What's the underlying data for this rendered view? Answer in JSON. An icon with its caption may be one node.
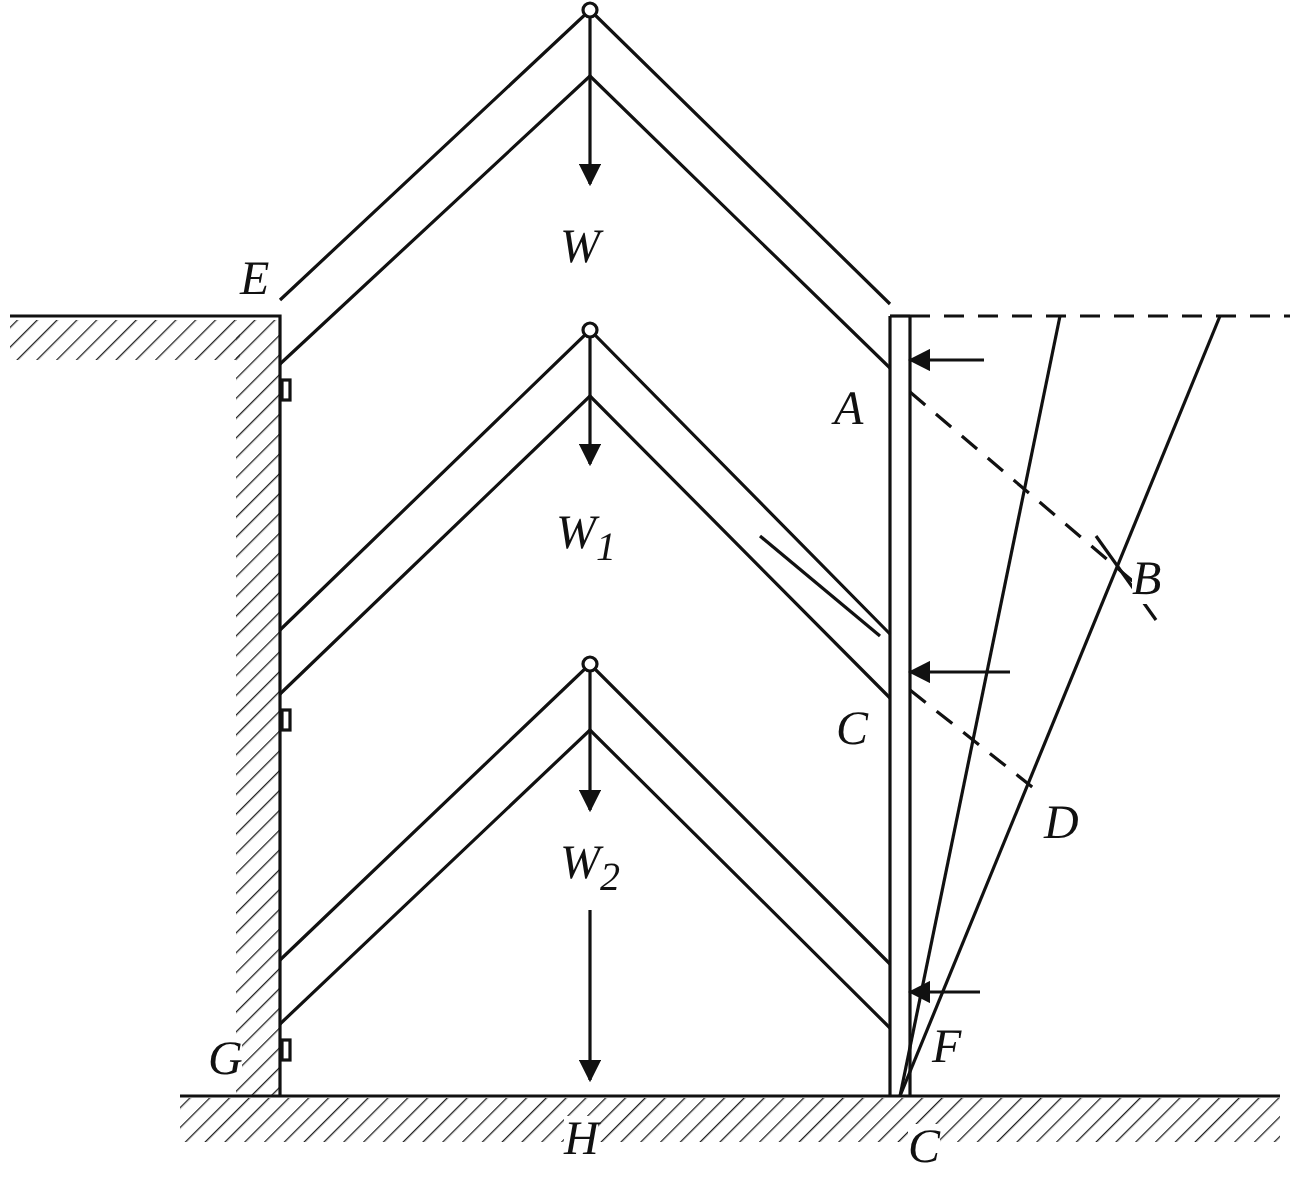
{
  "diagram": {
    "labels": [
      "W",
      "E",
      "A",
      "W$_{1}$",
      "B",
      "C",
      "D",
      "W$_{2}$",
      "G",
      "F",
      "H",
      "C"
    ]
  }
}
